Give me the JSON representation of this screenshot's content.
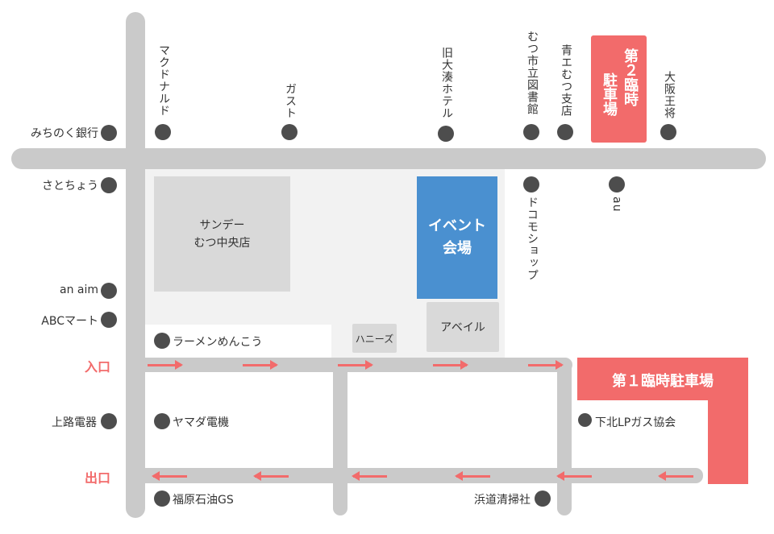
{
  "colors": {
    "road": "#cacaca",
    "parking": "#f26b6b",
    "event": "#4a90d0",
    "block": "#d9d9d9",
    "area": "#f2f2f2",
    "dot": "#4d4d4d"
  },
  "top_landmarks": [
    "マクドナルド",
    "ガスト",
    "旧大湊ホテル",
    "むつ市立図書館",
    "青エむつ支店",
    "大阪王将"
  ],
  "left_landmarks": [
    "みちのく銀行",
    "さとちょう",
    "an aim",
    "ABCマート",
    "上路電器"
  ],
  "below_road": [
    "ドコモショップ",
    "au"
  ],
  "inner": {
    "ramen": "ラーメンめんこう",
    "yamada": "ヤマダ電機",
    "fukuhara": "福原石油GS",
    "shimokita": "下北LPガス協会",
    "hamamichi": "浜道清掃社"
  },
  "blocks": {
    "sunday_line1": "サンデー",
    "sunday_line2": "むつ中央店",
    "event_line1": "イベント",
    "event_line2": "会場",
    "aveil": "アベイル",
    "honeys": "ハニーズ"
  },
  "parking": {
    "p1": "第１臨時駐車場",
    "p2_col1": "第２臨時",
    "p2_col2": "駐車場"
  },
  "entrance": "入口",
  "exit": "出口"
}
